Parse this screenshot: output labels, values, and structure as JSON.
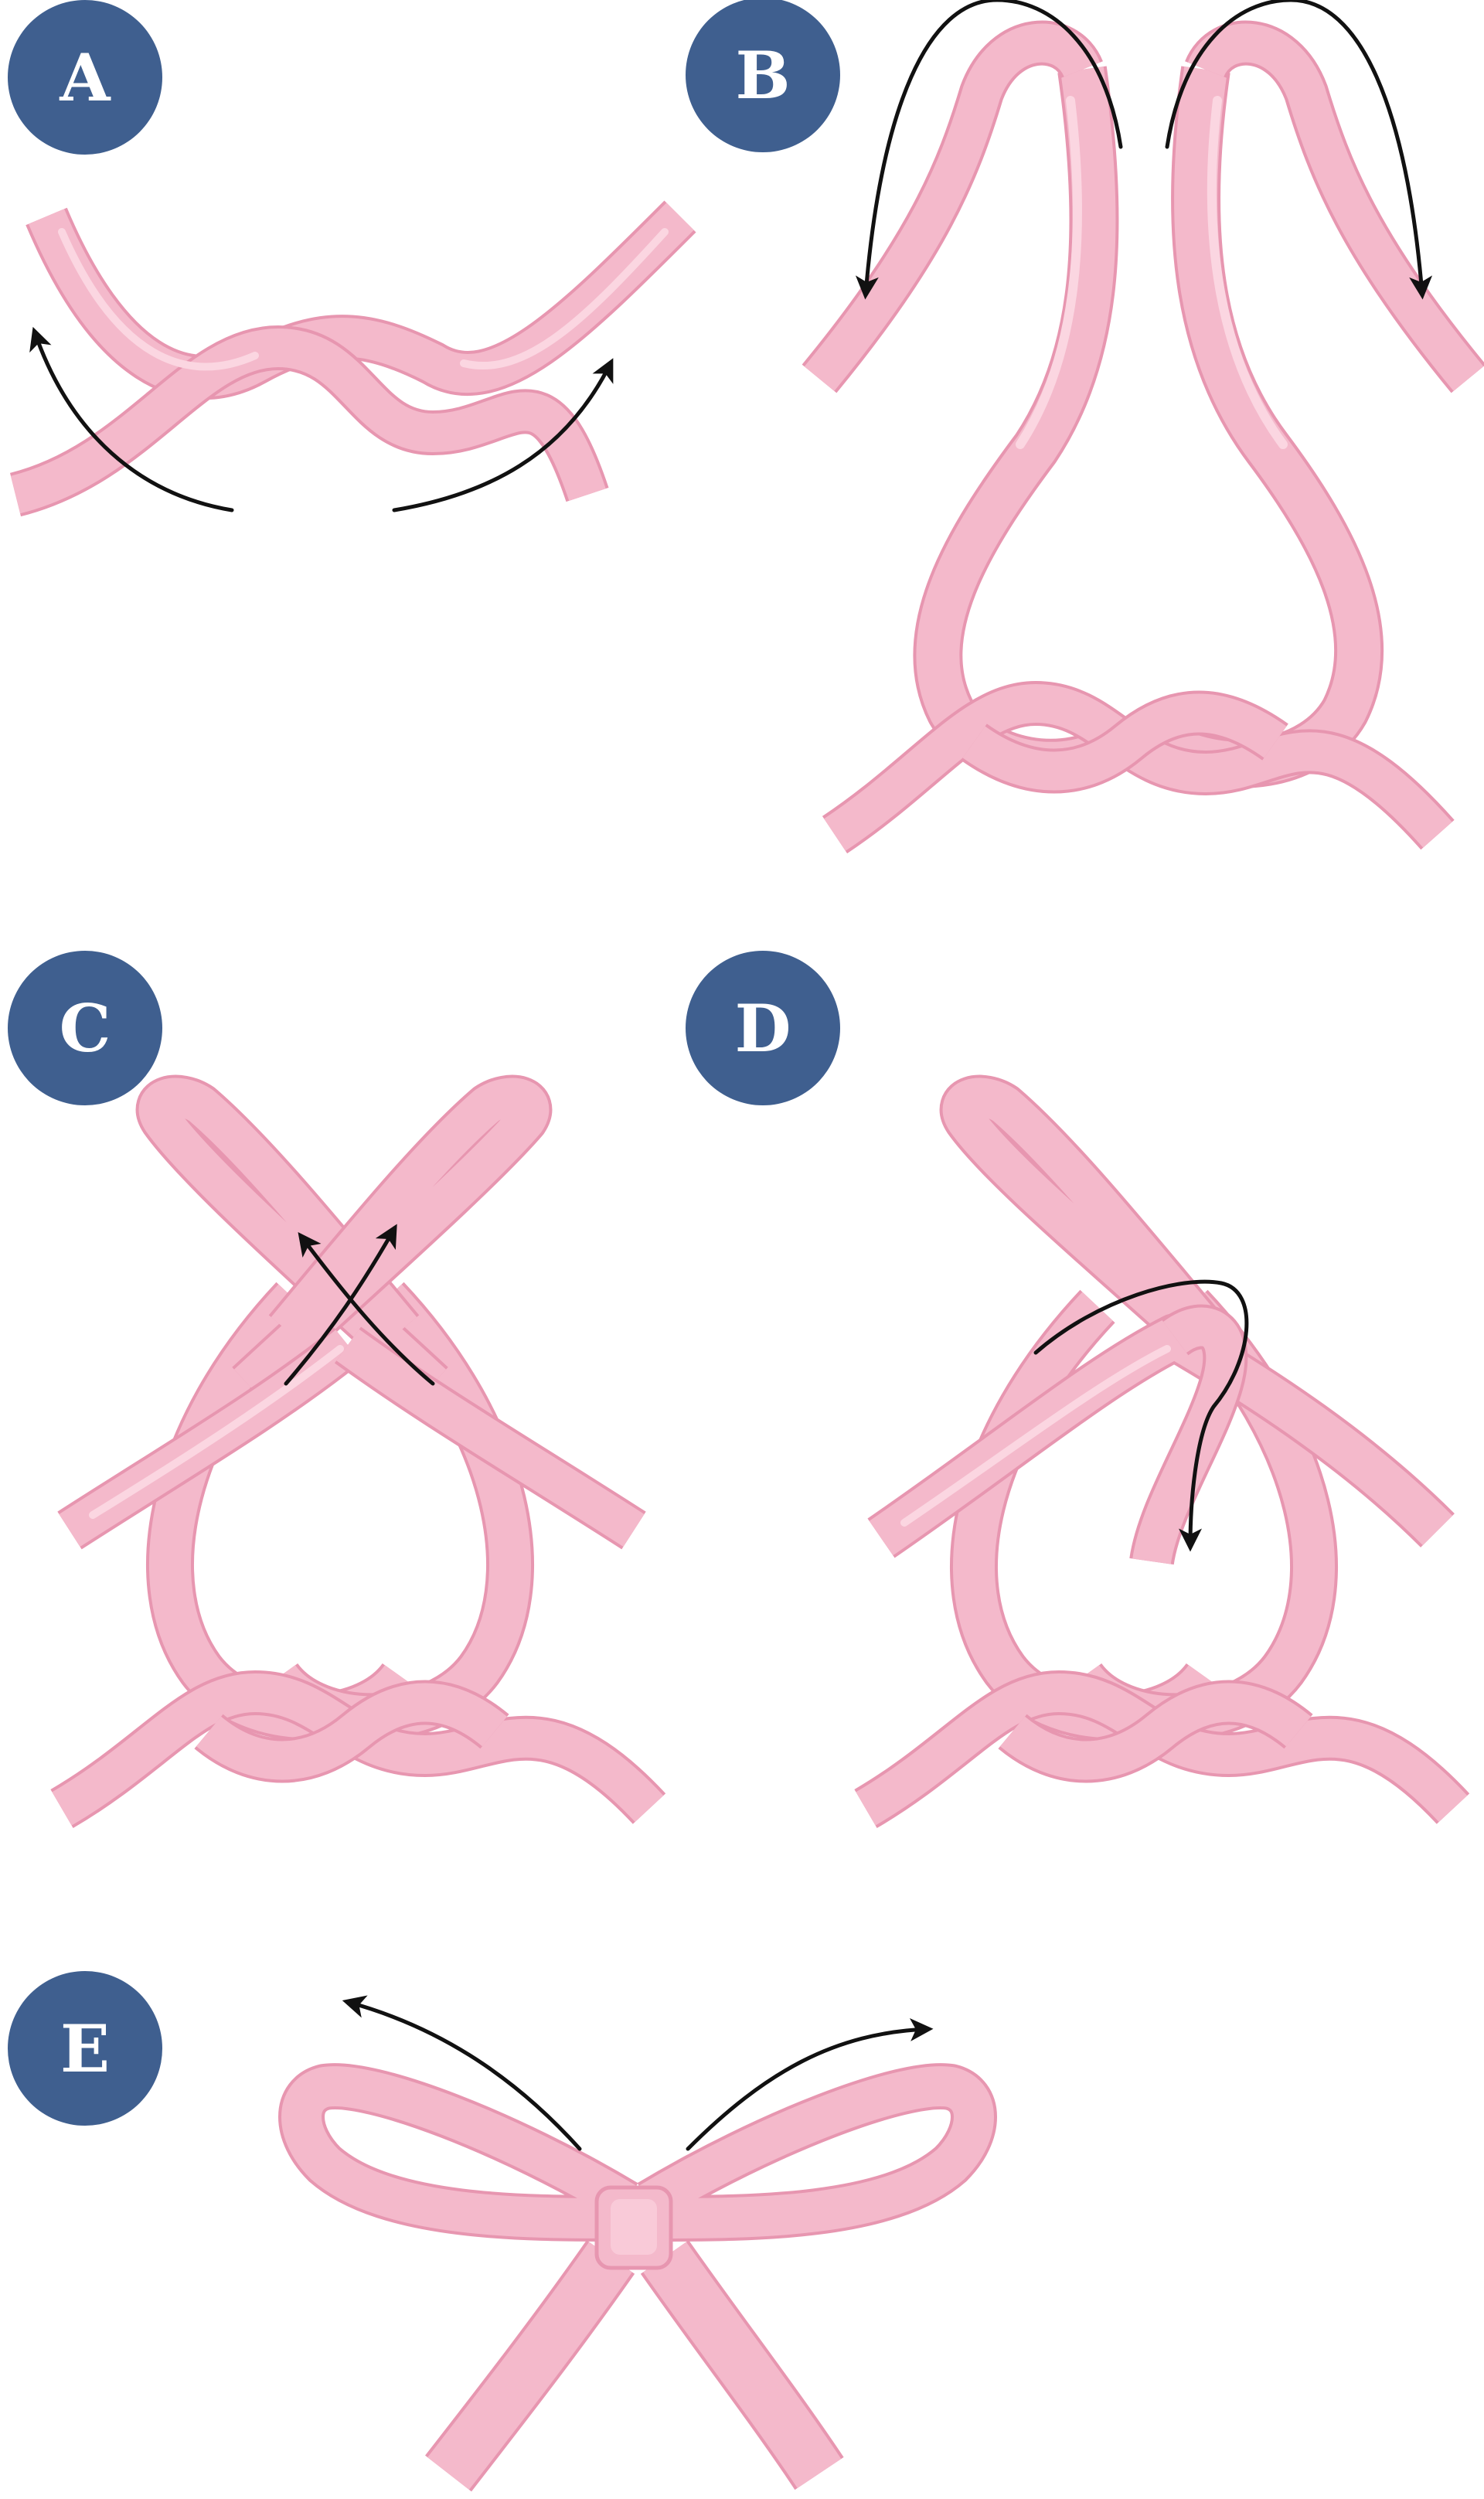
{
  "steps": [
    {
      "label": "A",
      "icon": "ribbon-twist-knot"
    },
    {
      "label": "B",
      "icon": "ribbon-two-ends-folded"
    },
    {
      "label": "C",
      "icon": "ribbon-loops-crossed"
    },
    {
      "label": "D",
      "icon": "ribbon-loop-wrapped-through"
    },
    {
      "label": "E",
      "icon": "ribbon-finished-bow"
    }
  ],
  "colors": {
    "badge": "#3f5f8f",
    "badge_text": "#ffffff",
    "ribbon": "#f4b9cb",
    "ribbon_edge": "#e796b0",
    "ribbon_highlight": "#fbd6e1",
    "arrow": "#111111",
    "background": "#ffffff"
  }
}
